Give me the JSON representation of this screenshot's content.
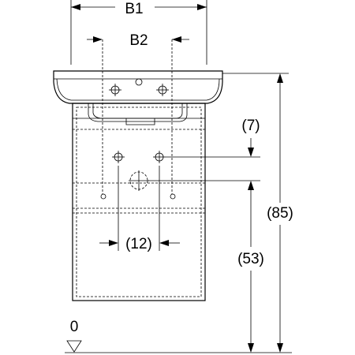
{
  "dimensions": {
    "b1": "B1",
    "b2": "B2",
    "d7": "(7)",
    "d85": "(85)",
    "d53": "(53)",
    "d12": "(12)",
    "floor": "0"
  }
}
